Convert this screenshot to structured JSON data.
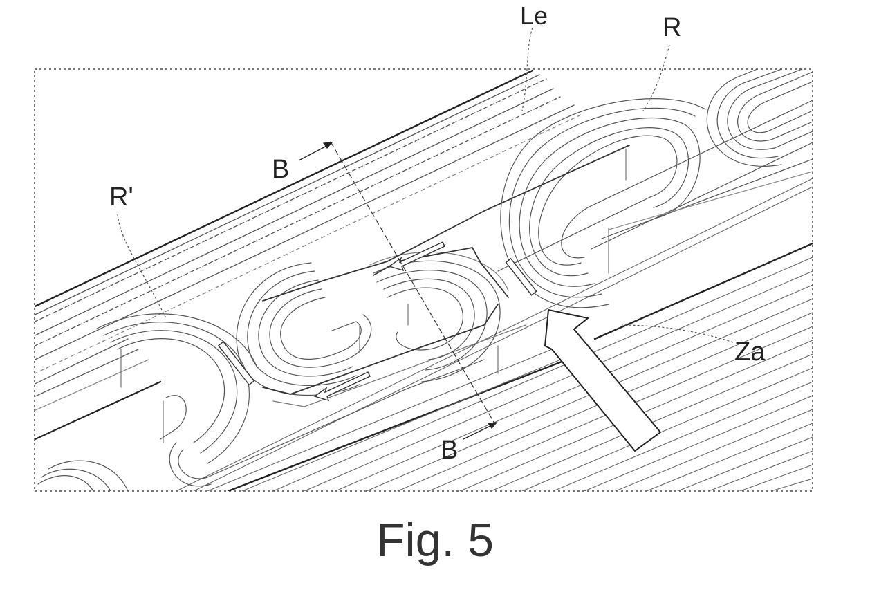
{
  "figure": {
    "caption": "Fig. 5",
    "labels": {
      "le": "Le",
      "r": "R",
      "r_prime": "R'",
      "b_top": "B",
      "b_bottom": "B",
      "za": "Za"
    }
  },
  "colors": {
    "ink": "#222222",
    "line": "#555555",
    "faint": "#8a8a8a"
  }
}
